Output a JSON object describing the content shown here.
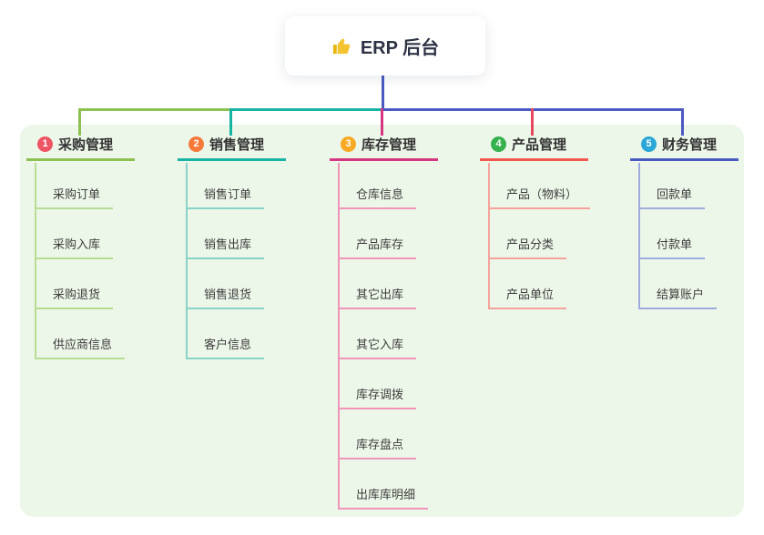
{
  "root": {
    "label": "ERP 后台",
    "icon": "thumbs-up-icon",
    "icon_color": "#f4c430"
  },
  "canvas": {
    "background": "#ffffff",
    "panel_background": "#edf7e9",
    "stem_color": "#4a5ac2"
  },
  "columns": [
    {
      "num": "1",
      "title": "采购管理",
      "badge_color": "#ed5565",
      "color": "#8cc152",
      "child_color": "#b9dc94",
      "children": [
        "采购订单",
        "采购入库",
        "采购退货",
        "供应商信息"
      ]
    },
    {
      "num": "2",
      "title": "销售管理",
      "badge_color": "#f4793b",
      "color": "#17b3a3",
      "child_color": "#87d3c8",
      "children": [
        "销售订单",
        "销售出库",
        "销售退货",
        "客户信息"
      ]
    },
    {
      "num": "3",
      "title": "库存管理",
      "badge_color": "#f7a924",
      "color": "#d6367f",
      "child_color": "#f094ba",
      "children": [
        "仓库信息",
        "产品库存",
        "其它出库",
        "其它入库",
        "库存调拨",
        "库存盘点",
        "出库库明细"
      ]
    },
    {
      "num": "4",
      "title": "产品管理",
      "badge_color": "#35b14e",
      "color": "#f2564d",
      "drop_color": "#e8485e",
      "child_color": "#f6a29c",
      "children": [
        "产品（物料）",
        "产品分类",
        "产品单位"
      ]
    },
    {
      "num": "5",
      "title": "财务管理",
      "badge_color": "#2aa7d6",
      "color": "#4a5ac2",
      "child_color": "#9fabdf",
      "children": [
        "回款单",
        "付款单",
        "结算账户"
      ]
    }
  ]
}
